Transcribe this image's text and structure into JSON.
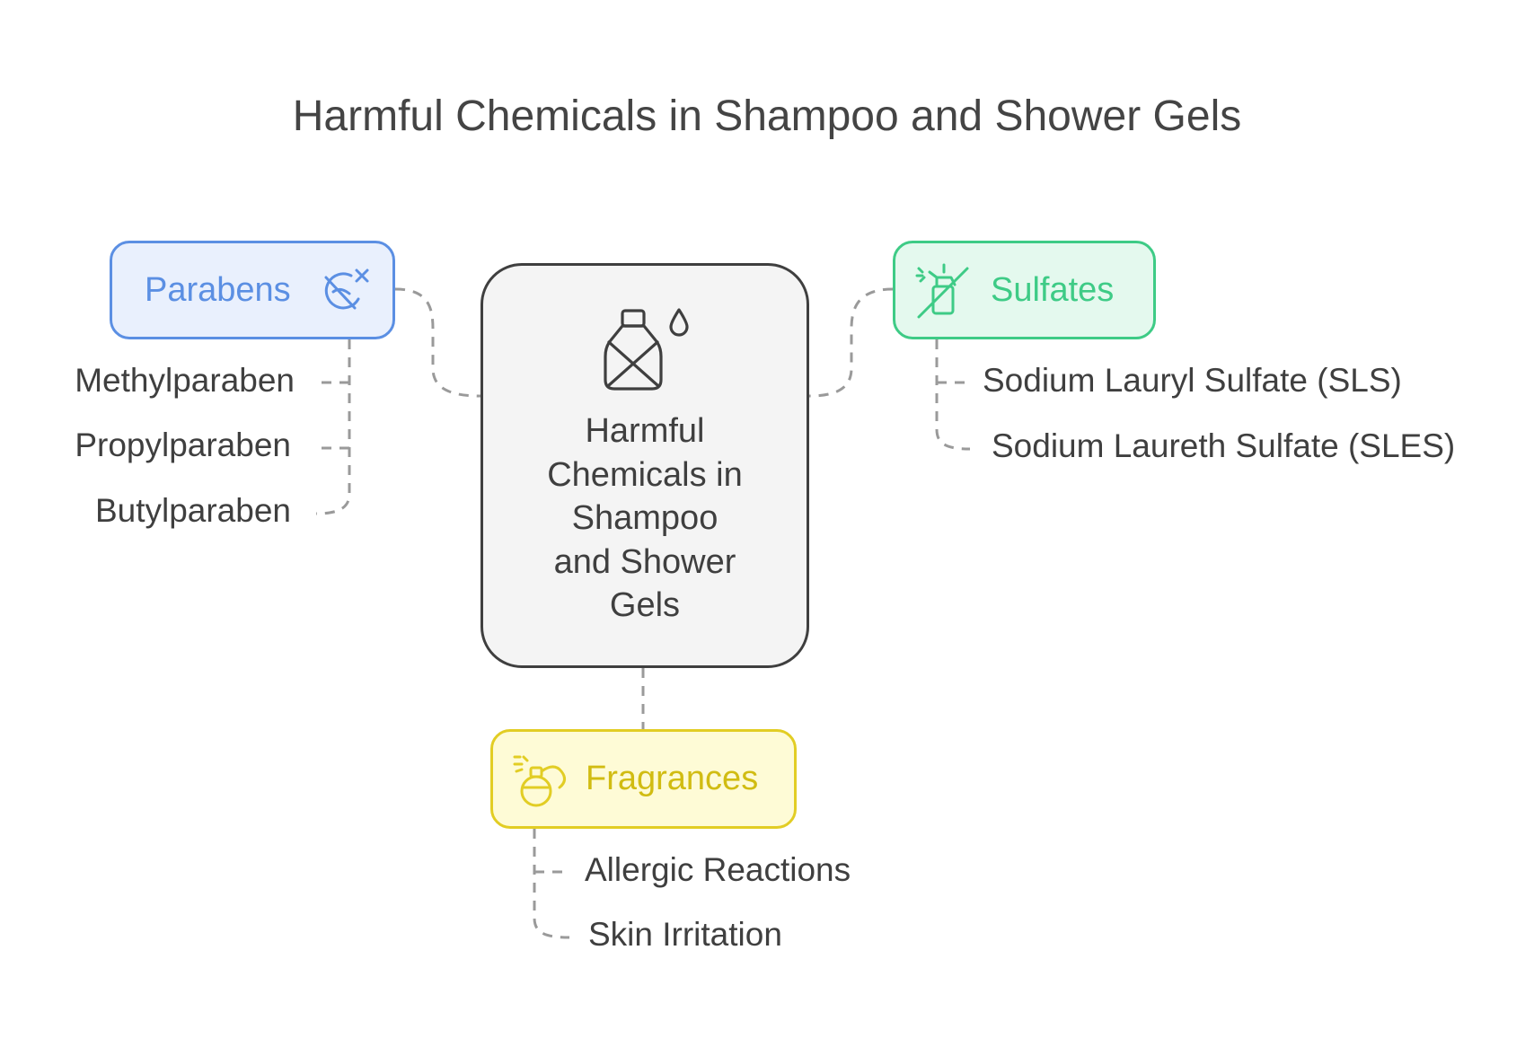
{
  "title": "Harmful Chemicals in Shampoo and Shower Gels",
  "center": {
    "lines": [
      "Harmful",
      "Chemicals in",
      "Shampoo",
      "and Shower",
      "Gels"
    ],
    "icon": "shampoo-bottle-icon"
  },
  "categories": {
    "parabens": {
      "label": "Parabens",
      "icon": "crossed-out-circle-icon",
      "color": "#5b8fe3",
      "items": [
        "Methylparaben",
        "Propylparaben",
        "Butylparaben"
      ]
    },
    "sulfates": {
      "label": "Sulfates",
      "icon": "crossed-out-spray-bottle-icon",
      "color": "#3ecb86",
      "items": [
        "Sodium Lauryl Sulfate (SLS)",
        "Sodium Laureth Sulfate (SLES)"
      ]
    },
    "fragrances": {
      "label": "Fragrances",
      "icon": "perfume-atomizer-icon",
      "color": "#e2cd24",
      "items": [
        "Allergic Reactions",
        "Skin Irritation"
      ]
    }
  },
  "colors": {
    "text": "#3f3f3f",
    "connector": "#9a9a9a",
    "center_fill": "#f4f4f4"
  }
}
